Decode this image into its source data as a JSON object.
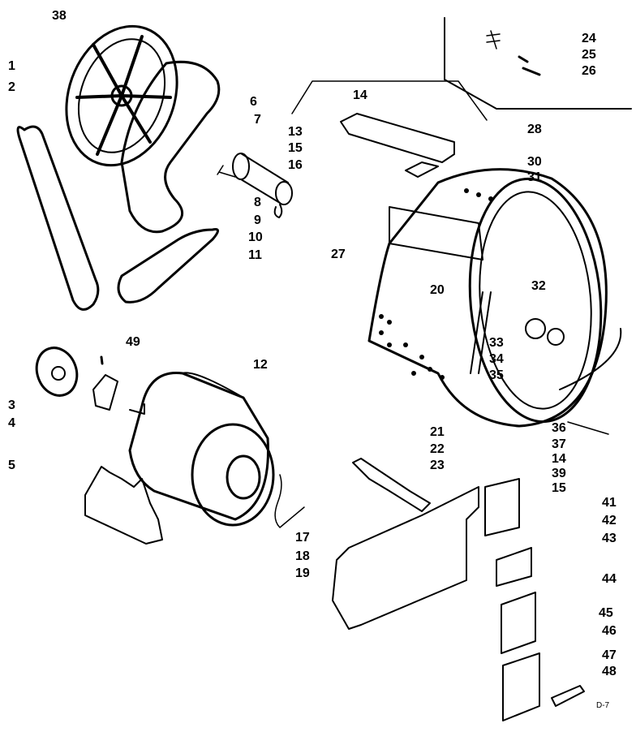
{
  "diagram": {
    "labels": {
      "1": "1",
      "2": "2",
      "3": "3",
      "4": "4",
      "5": "5",
      "6": "6",
      "7": "7",
      "8": "8",
      "9": "9",
      "10": "10",
      "11": "11",
      "12": "12",
      "13": "13",
      "14a": "14",
      "14b": "14",
      "15a": "15",
      "15b": "15",
      "16": "16",
      "17": "17",
      "18": "18",
      "19": "19",
      "20": "20",
      "21": "21",
      "22": "22",
      "23": "23",
      "24": "24",
      "25": "25",
      "26": "26",
      "27": "27",
      "28": "28",
      "30": "30",
      "31": "31",
      "32": "32",
      "33": "33",
      "34": "34",
      "35": "35",
      "36": "36",
      "37": "37",
      "38": "38",
      "39": "39",
      "41": "41",
      "42": "42",
      "43": "43",
      "44": "44",
      "45": "45",
      "46": "46",
      "47": "47",
      "48": "48",
      "49": "49"
    },
    "figure_code": "D-7"
  }
}
